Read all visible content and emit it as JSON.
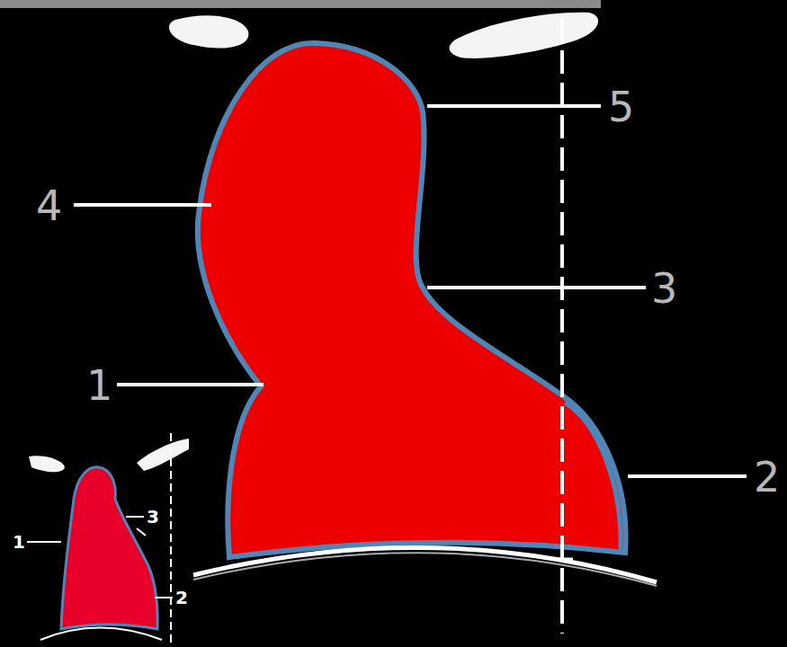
{
  "diagram": {
    "labels": [
      "5",
      "4",
      "3",
      "1",
      "2",
      "3",
      "1",
      "2"
    ]
  }
}
